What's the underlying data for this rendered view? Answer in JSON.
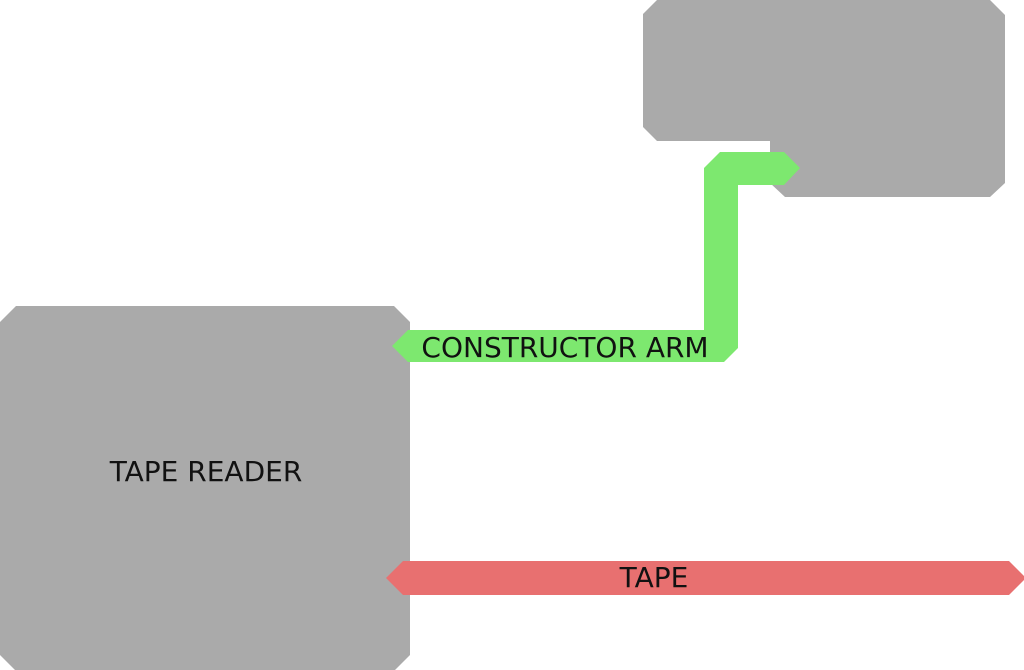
{
  "diagram": {
    "nodes": [
      {
        "id": "tape-reader",
        "label": "TAPE READER"
      },
      {
        "id": "constructed-object",
        "label": ""
      }
    ],
    "connectors": [
      {
        "id": "constructor-arm",
        "label": "CONSTRUCTOR ARM",
        "from": "tape-reader",
        "to": "constructed-object"
      },
      {
        "id": "tape",
        "label": "TAPE",
        "from": "tape-reader",
        "to": ""
      }
    ],
    "colors": {
      "node": "#aaaaaa",
      "constructor_arm": "#7de86f",
      "tape": "#e87070",
      "text": "#111111"
    }
  }
}
